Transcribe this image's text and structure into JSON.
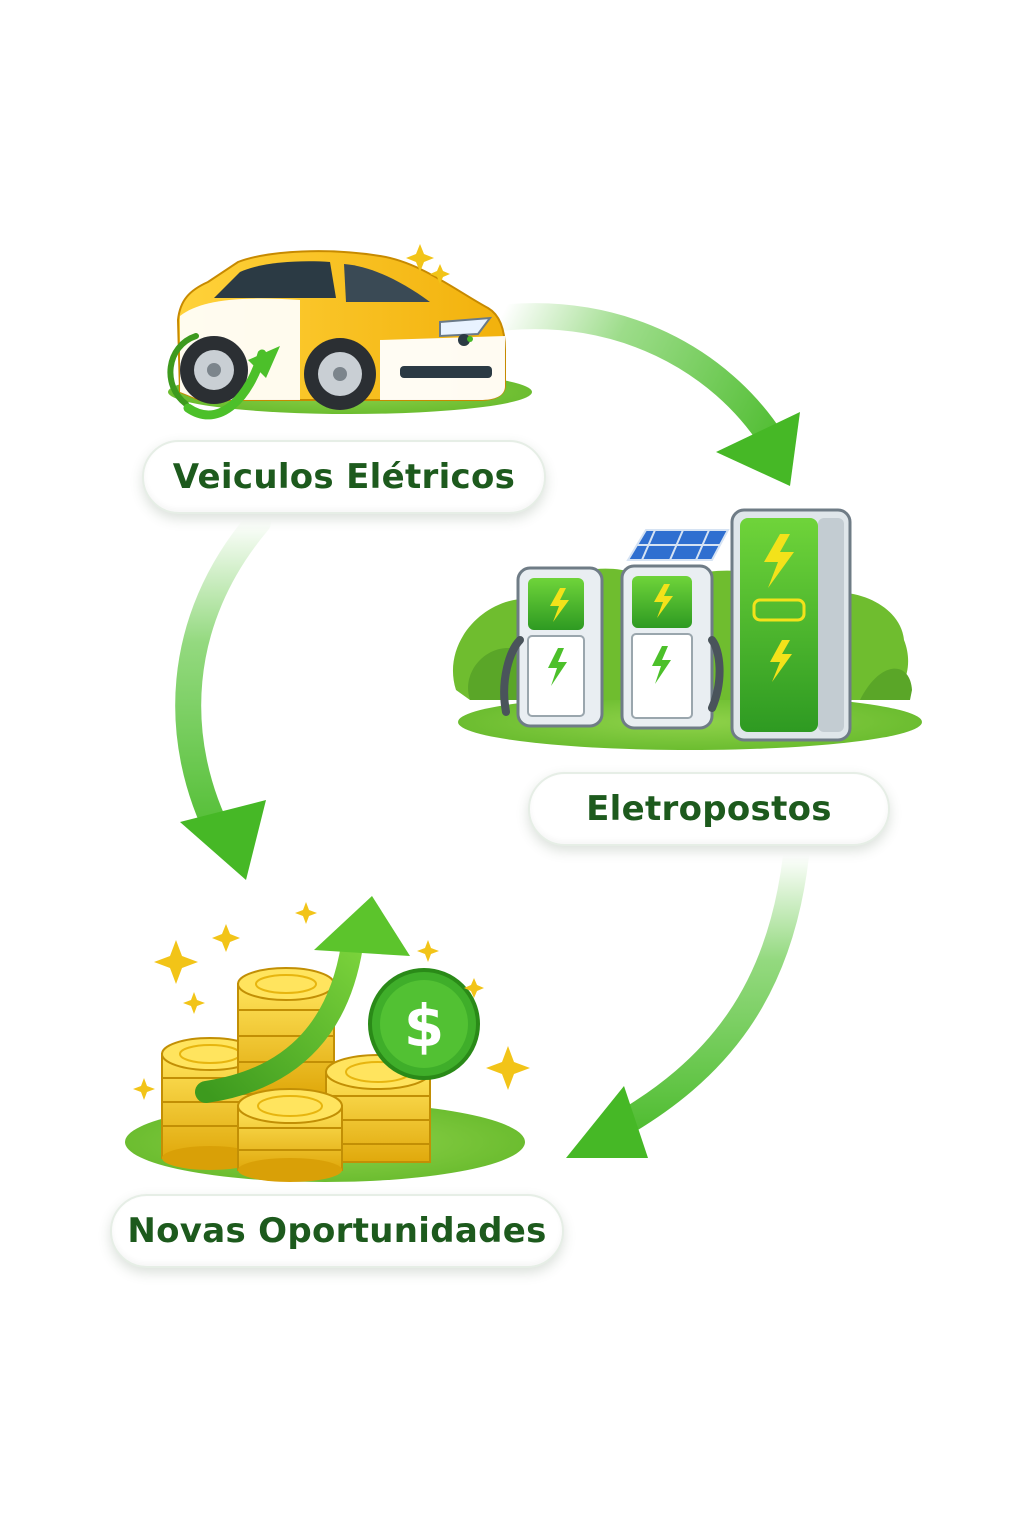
{
  "nodes": [
    {
      "id": "ev",
      "label": "Veiculos Elétricos",
      "icon": "electric-car-icon"
    },
    {
      "id": "stations",
      "label": "Eletropostos",
      "icon": "charging-stations-icon"
    },
    {
      "id": "opportunities",
      "label": "Novas Oportunidades",
      "icon": "coins-growth-icon"
    }
  ],
  "edges": [
    {
      "from": "ev",
      "to": "stations"
    },
    {
      "from": "stations",
      "to": "opportunities"
    },
    {
      "from": "ev",
      "to": "opportunities"
    }
  ],
  "colors": {
    "arrow": "#4cc02a",
    "label_text": "#1d5a1d",
    "car_yellow": "#f7c21d",
    "station_green": "#3fae2a",
    "coin_gold": "#f2c418",
    "bush": "#7cc63a"
  },
  "currency_symbol": "$"
}
